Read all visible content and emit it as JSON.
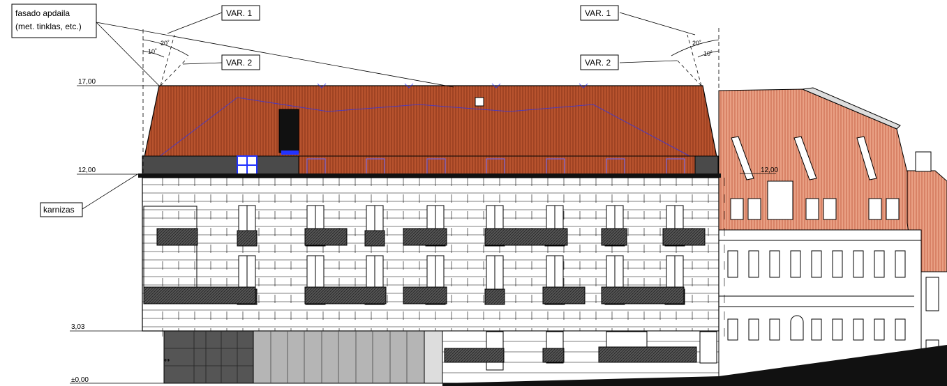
{
  "labels": {
    "facade_finish_line1": "fasado apdaila",
    "facade_finish_line2": "(met. tinklas, etc.)",
    "var1_left": "VAR. 1",
    "var1_right": "VAR. 1",
    "var2_left": "VAR. 2",
    "var2_right": "VAR. 2",
    "cornice": "karnizas"
  },
  "levels": {
    "top": "17,00",
    "eave": "12,00",
    "neighbor_eave": "12,00",
    "first_floor": "3,03",
    "ground": "±0,00"
  },
  "dimensions": {
    "left_outer": "20˚",
    "left_inner": "10˚",
    "right_outer": "20˚",
    "right_inner": "10˚"
  },
  "colors": {
    "roof": "#b8532e",
    "neighbor_roof": "#e08a6a",
    "facade_dark": "#3a3a3a",
    "glass": "#b5b5b5",
    "accent_blue": "#2233ff"
  }
}
